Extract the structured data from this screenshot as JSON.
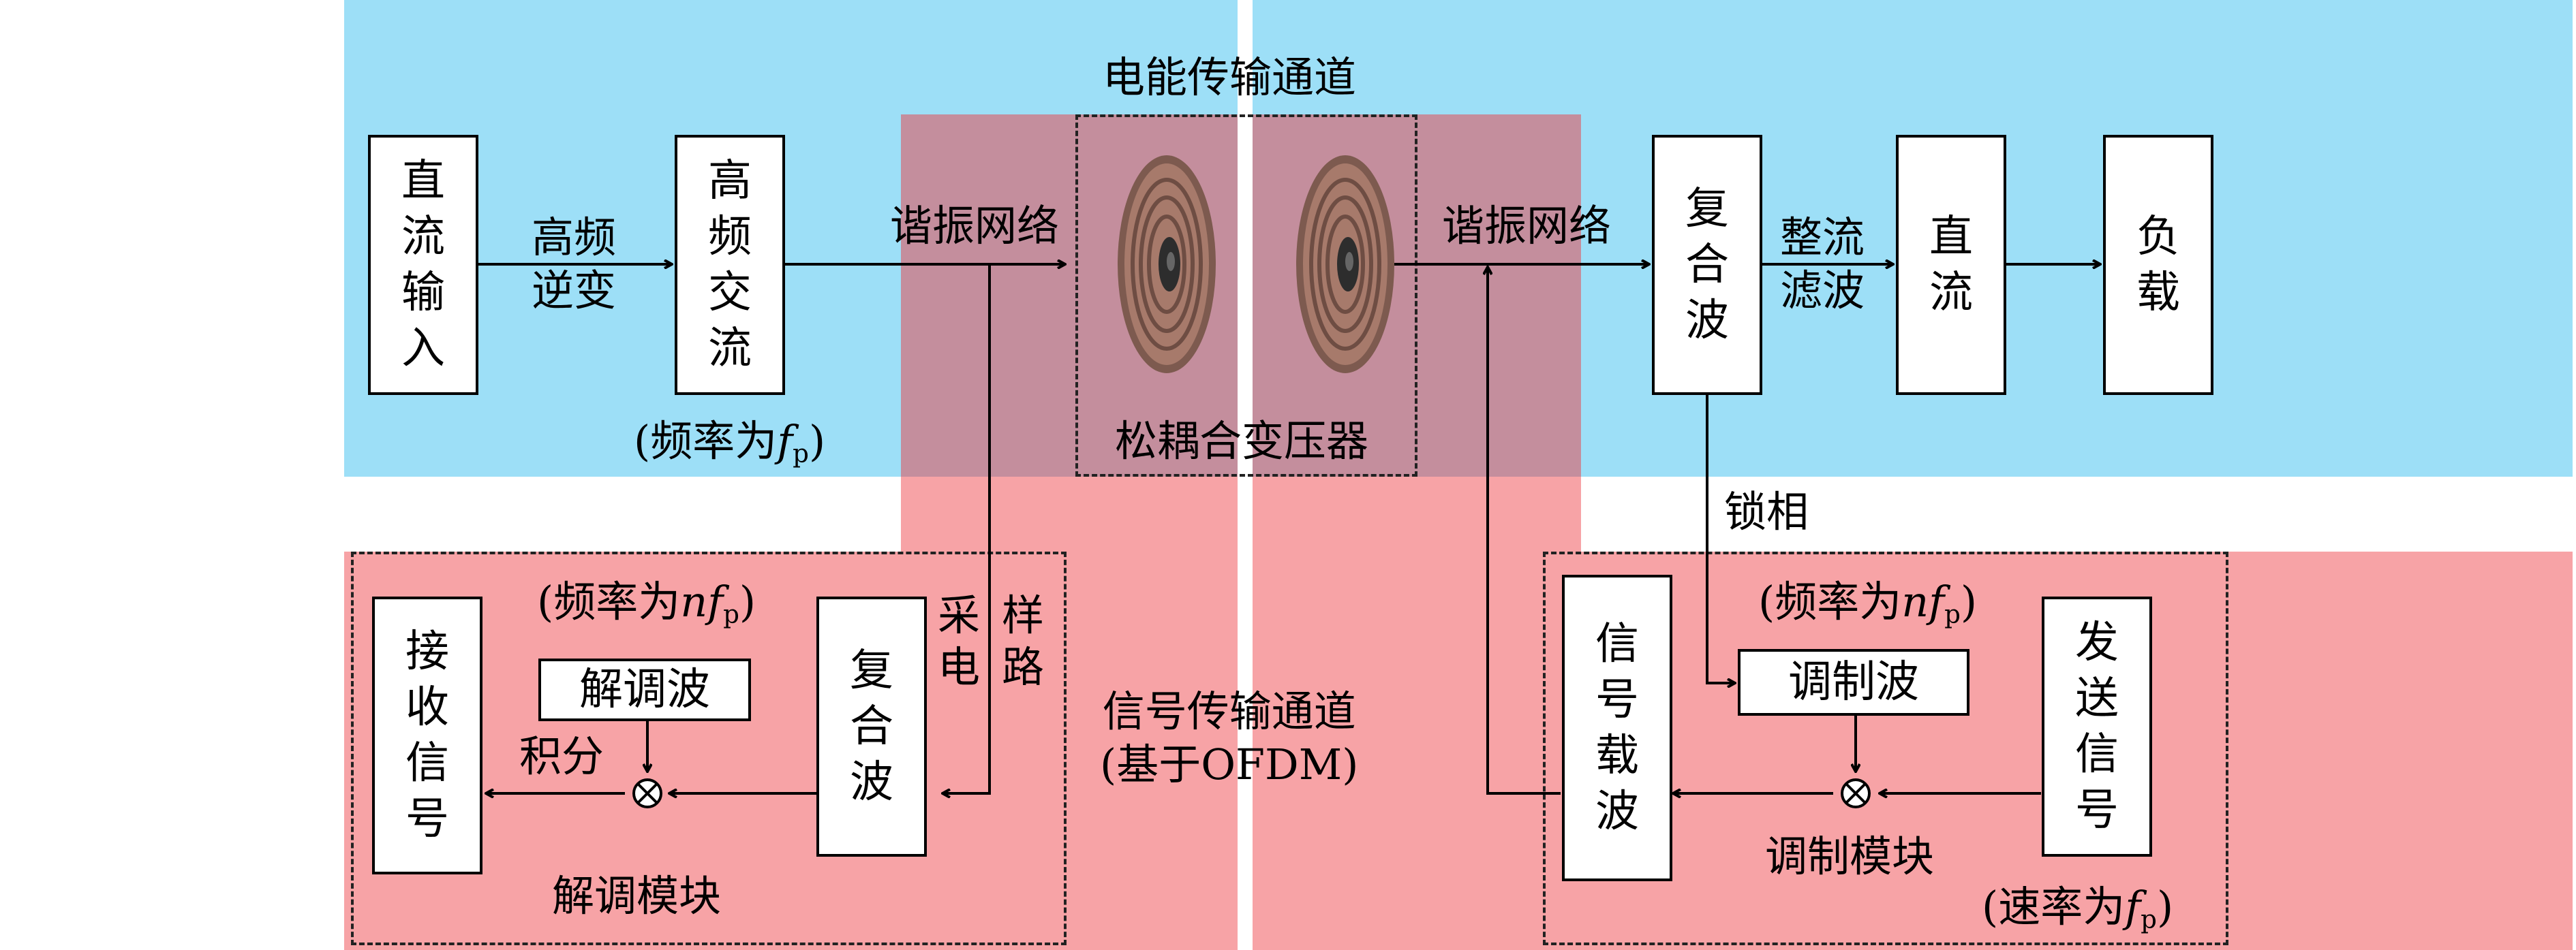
{
  "diagram": {
    "power_channel_label": "电能传输通道",
    "signal_channel_label": [
      "信号传输通道",
      "(基于OFDM)"
    ],
    "transformer_label": "松耦合变压器",
    "tx_side": {
      "dc_input": [
        "直",
        "流",
        "输",
        "入"
      ],
      "hf_inverter": [
        "高频",
        "逆变"
      ],
      "hf_ac": [
        "高",
        "频",
        "交",
        "流"
      ],
      "freq_fp": {
        "prefix": "(频率为",
        "var": "f",
        "sub": "p",
        "suffix": ")"
      },
      "resonant_net": "谐振网络"
    },
    "rx_side": {
      "resonant_net": "谐振网络",
      "composite_wave": [
        "复",
        "合",
        "波"
      ],
      "rectifier_filter": [
        "整流",
        "滤波"
      ],
      "dc": [
        "直",
        "流"
      ],
      "load": [
        "负",
        "载"
      ],
      "phase_lock": "锁相"
    },
    "demod_module": {
      "title": "解调模块",
      "freq_nfp": {
        "prefix": "(频率为",
        "var": "nf",
        "sub": "p",
        "suffix": ")"
      },
      "received_signal": [
        "接",
        "收",
        "信",
        "号"
      ],
      "demod_wave": "解调波",
      "integral": "积分",
      "composite_wave": [
        "复",
        "合",
        "波"
      ],
      "sample_col_left": [
        "采",
        "电"
      ],
      "sample_col_right": [
        "样",
        "路"
      ]
    },
    "mod_module": {
      "title": "调制模块",
      "freq_nfp": {
        "prefix": "(频率为",
        "var": "nf",
        "sub": "p",
        "suffix": ")"
      },
      "signal_carrier": [
        "信",
        "号",
        "载",
        "波"
      ],
      "mod_wave": "调制波",
      "send_signal": [
        "发",
        "送",
        "信",
        "号"
      ],
      "rate_fp": {
        "prefix": "(速率为",
        "var": "f",
        "sub": "p",
        "suffix": ")"
      }
    },
    "colors": {
      "power_channel": "#9ddff7",
      "signal_channel": "#f7a3a6",
      "overlap": "#c48e9d",
      "lines": "#000000",
      "coil": "#a77a6b"
    },
    "icons": [
      "coil-icon",
      "multiplier-icon",
      "arrow-icon"
    ]
  }
}
